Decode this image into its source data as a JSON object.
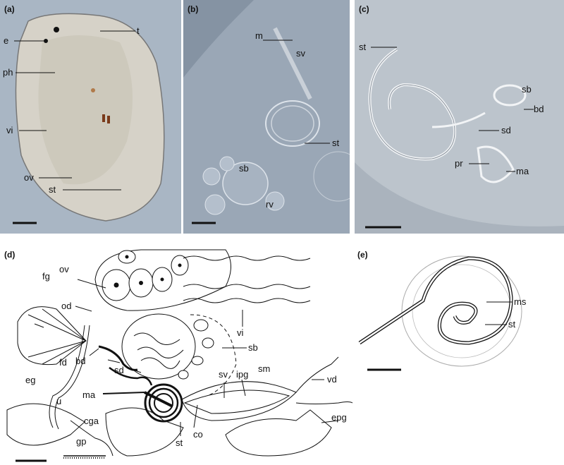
{
  "panels": {
    "a": {
      "label": "(a)",
      "annotations": [
        "e",
        "t",
        "ph",
        "vi",
        "ov",
        "st"
      ]
    },
    "b": {
      "label": "(b)",
      "annotations": [
        "m",
        "sv",
        "st",
        "sb",
        "rv"
      ]
    },
    "c": {
      "label": "(c)",
      "annotations": [
        "st",
        "sb",
        "bd",
        "sd",
        "pr",
        "ma"
      ]
    },
    "d": {
      "label": "(d)",
      "annotations": [
        "ov",
        "fg",
        "od",
        "vi",
        "sb",
        "fd",
        "bd",
        "sd",
        "eg",
        "u",
        "ma",
        "sv",
        "ipg",
        "sm",
        "vd",
        "cga",
        "gp",
        "st",
        "co",
        "epg"
      ]
    },
    "e": {
      "label": "(e)",
      "annotations": [
        "ms",
        "st"
      ]
    }
  },
  "colors": {
    "micrograph_a_bg": "#a9b6c4",
    "micrograph_b_bg": "#9aa7b6",
    "micrograph_c_bg": "#bcc4cc",
    "line": "#111111"
  }
}
